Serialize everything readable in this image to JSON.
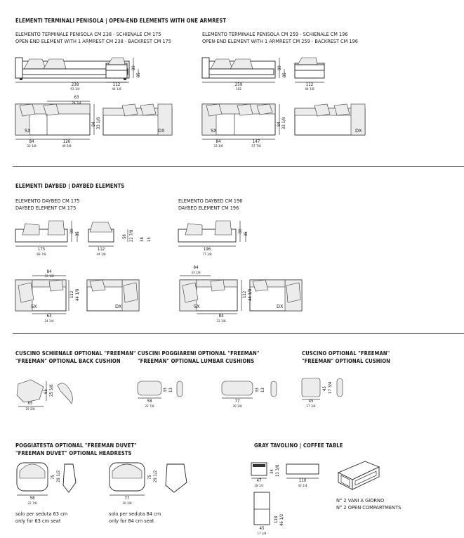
{
  "section_open_end": {
    "heading": "ELEMENTI TERMINALI PENISOLA | OPEN-END ELEMENTS WITH ONE ARMREST",
    "left": {
      "line_it": "ELEMENTO TERMINALE PENISOLA CM 238 - SCHIENALE CM 175",
      "line_en": "OPEN-END ELEMENT WITH 1 ARMREST CM 238 - BACKREST CM 175",
      "front_w_cm": "238",
      "front_w_in": "93 3/4",
      "height_total": "89",
      "height_seat": "35",
      "side_w_cm": "112",
      "side_w_in": "44 1/8",
      "plan_back": "63",
      "plan_back_in": "24 3/4",
      "plan_depth_cm": "84",
      "plan_depth_in": "33 1/8",
      "plan_seat_cm": "126",
      "plan_seat_in": "49 5/8",
      "plan_h_cm": "84",
      "plan_h_in": "33 1/8",
      "label_sx": "SX",
      "label_dx": "DX"
    },
    "right": {
      "line_it": "ELEMENTO TERMINALE PENISOLA CM 259 - SCHIENALE CM 196",
      "line_en": "OPEN-END ELEMENT WITH 1 ARMREST CM 259 - BACKREST CM 196",
      "front_w_cm": "259",
      "front_w_in": "102",
      "height_total": "89",
      "height_seat": "35",
      "side_w_cm": "112",
      "side_w_in": "44 1/8",
      "plan_depth_cm": "84",
      "plan_depth_in": "33 1/8",
      "plan_seat_cm": "147",
      "plan_seat_in": "57 7/8",
      "plan_h_cm": "84",
      "plan_h_in": "33 1/8",
      "label_sx": "SX",
      "label_dx": "DX"
    }
  },
  "section_daybed": {
    "heading": "ELEMENTI DAYBED | DAYBED ELEMENTS",
    "left": {
      "line_it": "ELEMENTO DAYBED CM 175",
      "line_en": "DAYBED ELEMENT CM 175",
      "front_w_cm": "175",
      "front_w_in": "68 7/8",
      "height_total": "89",
      "height_seat": "35",
      "side_w_cm": "112",
      "side_w_in": "44 1/8",
      "side_h1": "58",
      "side_h2": "22 7/8",
      "side_h3": "38",
      "side_h4": "15",
      "plan_top_cm": "84",
      "plan_top_in": "33 1/8",
      "plan_bottom_cm": "63",
      "plan_bottom_in": "24 3/4",
      "plan_h_cm": "112",
      "plan_h_in": "44 1/8",
      "label_sx": "SX",
      "label_dx": "DX"
    },
    "right": {
      "line_it": "ELEMENTO DAYBED CM 196",
      "line_en": "DAYBED ELEMENT CM 196",
      "front_w_cm": "196",
      "front_w_in": "77 1/8",
      "height_total": "89",
      "height_seat": "35",
      "plan_top_cm": "84",
      "plan_top_in": "33 1/8",
      "plan_bottom_cm": "84",
      "plan_bottom_in": "33 1/8",
      "plan_h_cm": "112",
      "plan_h_in": "44 1/8",
      "label_sx": "SX",
      "label_dx": "DX"
    }
  },
  "cushions": {
    "back": {
      "title_it": "CUSCINO SCHIENALE OPTIONAL \"FREEMAN\"",
      "title_en": "\"FREEMAN\" OPTIONAL BACK CUSHION",
      "w_cm": "65",
      "w_in": "25 5/8",
      "h_cm": "65",
      "h_in": "25 5/8"
    },
    "lumbar": {
      "title_it": "CUSCINI POGGIARENI OPTIONAL \"FREEMAN\"",
      "title_en": "\"FREEMAN\" OPTIONAL LUMBAR CUSHIONS",
      "a_w_cm": "58",
      "a_w_in": "22 7/8",
      "a_h_cm": "33",
      "a_h_in": "13",
      "b_w_cm": "77",
      "b_w_in": "30 3/8",
      "b_h_cm": "33",
      "b_h_in": "13"
    },
    "cushion": {
      "title_it": "CUSCINO OPTIONAL \"FREEMAN\"",
      "title_en": "\"FREEMAN\" OPTIONAL CUSHION",
      "w_cm": "45",
      "w_in": "17 3/4",
      "h_cm": "45",
      "h_in": "17 3/4"
    }
  },
  "headrests": {
    "title_it": "POGGIATESTA OPTIONAL \"FREEMAN DUVET\"",
    "title_en": "\"FREEMAN DUVET\" OPTIONAL HEADRESTS",
    "a": {
      "w_cm": "58",
      "w_in": "22 7/8",
      "h_cm": "75",
      "h_in": "29 1/2",
      "note_it": "solo per seduta 63 cm",
      "note_en": "only for 63 cm seat"
    },
    "b": {
      "w_cm": "77",
      "w_in": "30 3/8",
      "h_cm": "75",
      "h_in": "29 1/2",
      "note_it": "solo per seduta 84 cm",
      "note_en": "only for 84 cm seat"
    }
  },
  "coffee_table": {
    "title": "GRAY TAVOLINO | COFFEE TABLE",
    "small_w_cm": "47",
    "small_w_in": "18 1/2",
    "h_cm": "34",
    "h_in": "13 3/8",
    "long_w_cm": "110",
    "long_w_in": "43 1/4",
    "plan_w_cm": "45",
    "plan_w_in": "17 3/4",
    "plan_h_cm": "118",
    "plan_h_in": "46 1/2",
    "note_it": "N° 2 VANI A GIORNO",
    "note_en": "N° 2 OPEN COMPARTMENTS"
  }
}
